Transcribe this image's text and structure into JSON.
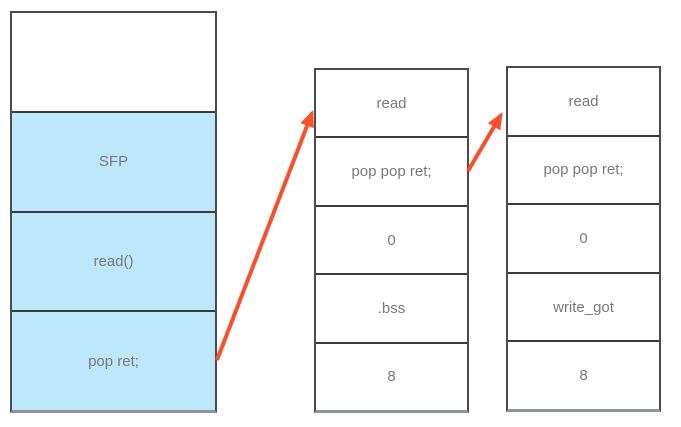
{
  "diagram": {
    "type": "stack-overflow-rop-chain-diagram",
    "colors": {
      "cell_blue": "#bde7fa",
      "cell_white": "#ffffff",
      "border_dark": "#4b4b4b",
      "border_shadow": "#8f969b",
      "separator": "#3a3a3a",
      "text": "#77797c",
      "arrow": "#f4512c"
    },
    "stacks": [
      {
        "name": "overflowed-stack-frame",
        "cells": [
          {
            "label": "",
            "highlighted": false
          },
          {
            "label": "SFP",
            "highlighted": true
          },
          {
            "label": "read()",
            "highlighted": true
          },
          {
            "label": "pop ret;",
            "highlighted": true
          }
        ]
      },
      {
        "name": "rop-chain-first",
        "cells": [
          {
            "label": "read",
            "highlighted": false
          },
          {
            "label": "pop pop ret;",
            "highlighted": false
          },
          {
            "label": "0",
            "highlighted": false
          },
          {
            "label": ".bss",
            "highlighted": false
          },
          {
            "label": "8",
            "highlighted": false
          }
        ]
      },
      {
        "name": "rop-chain-second",
        "cells": [
          {
            "label": "read",
            "highlighted": false
          },
          {
            "label": "pop pop ret;",
            "highlighted": false
          },
          {
            "label": "0",
            "highlighted": false
          },
          {
            "label": "write_got",
            "highlighted": false
          },
          {
            "label": "8",
            "highlighted": false
          }
        ]
      }
    ],
    "arrows": [
      {
        "from": "pop ret; (stack frame)",
        "to": "read (first rop chain)"
      },
      {
        "from": "pop pop ret; (first rop chain)",
        "to": "read (second rop chain)"
      }
    ]
  }
}
